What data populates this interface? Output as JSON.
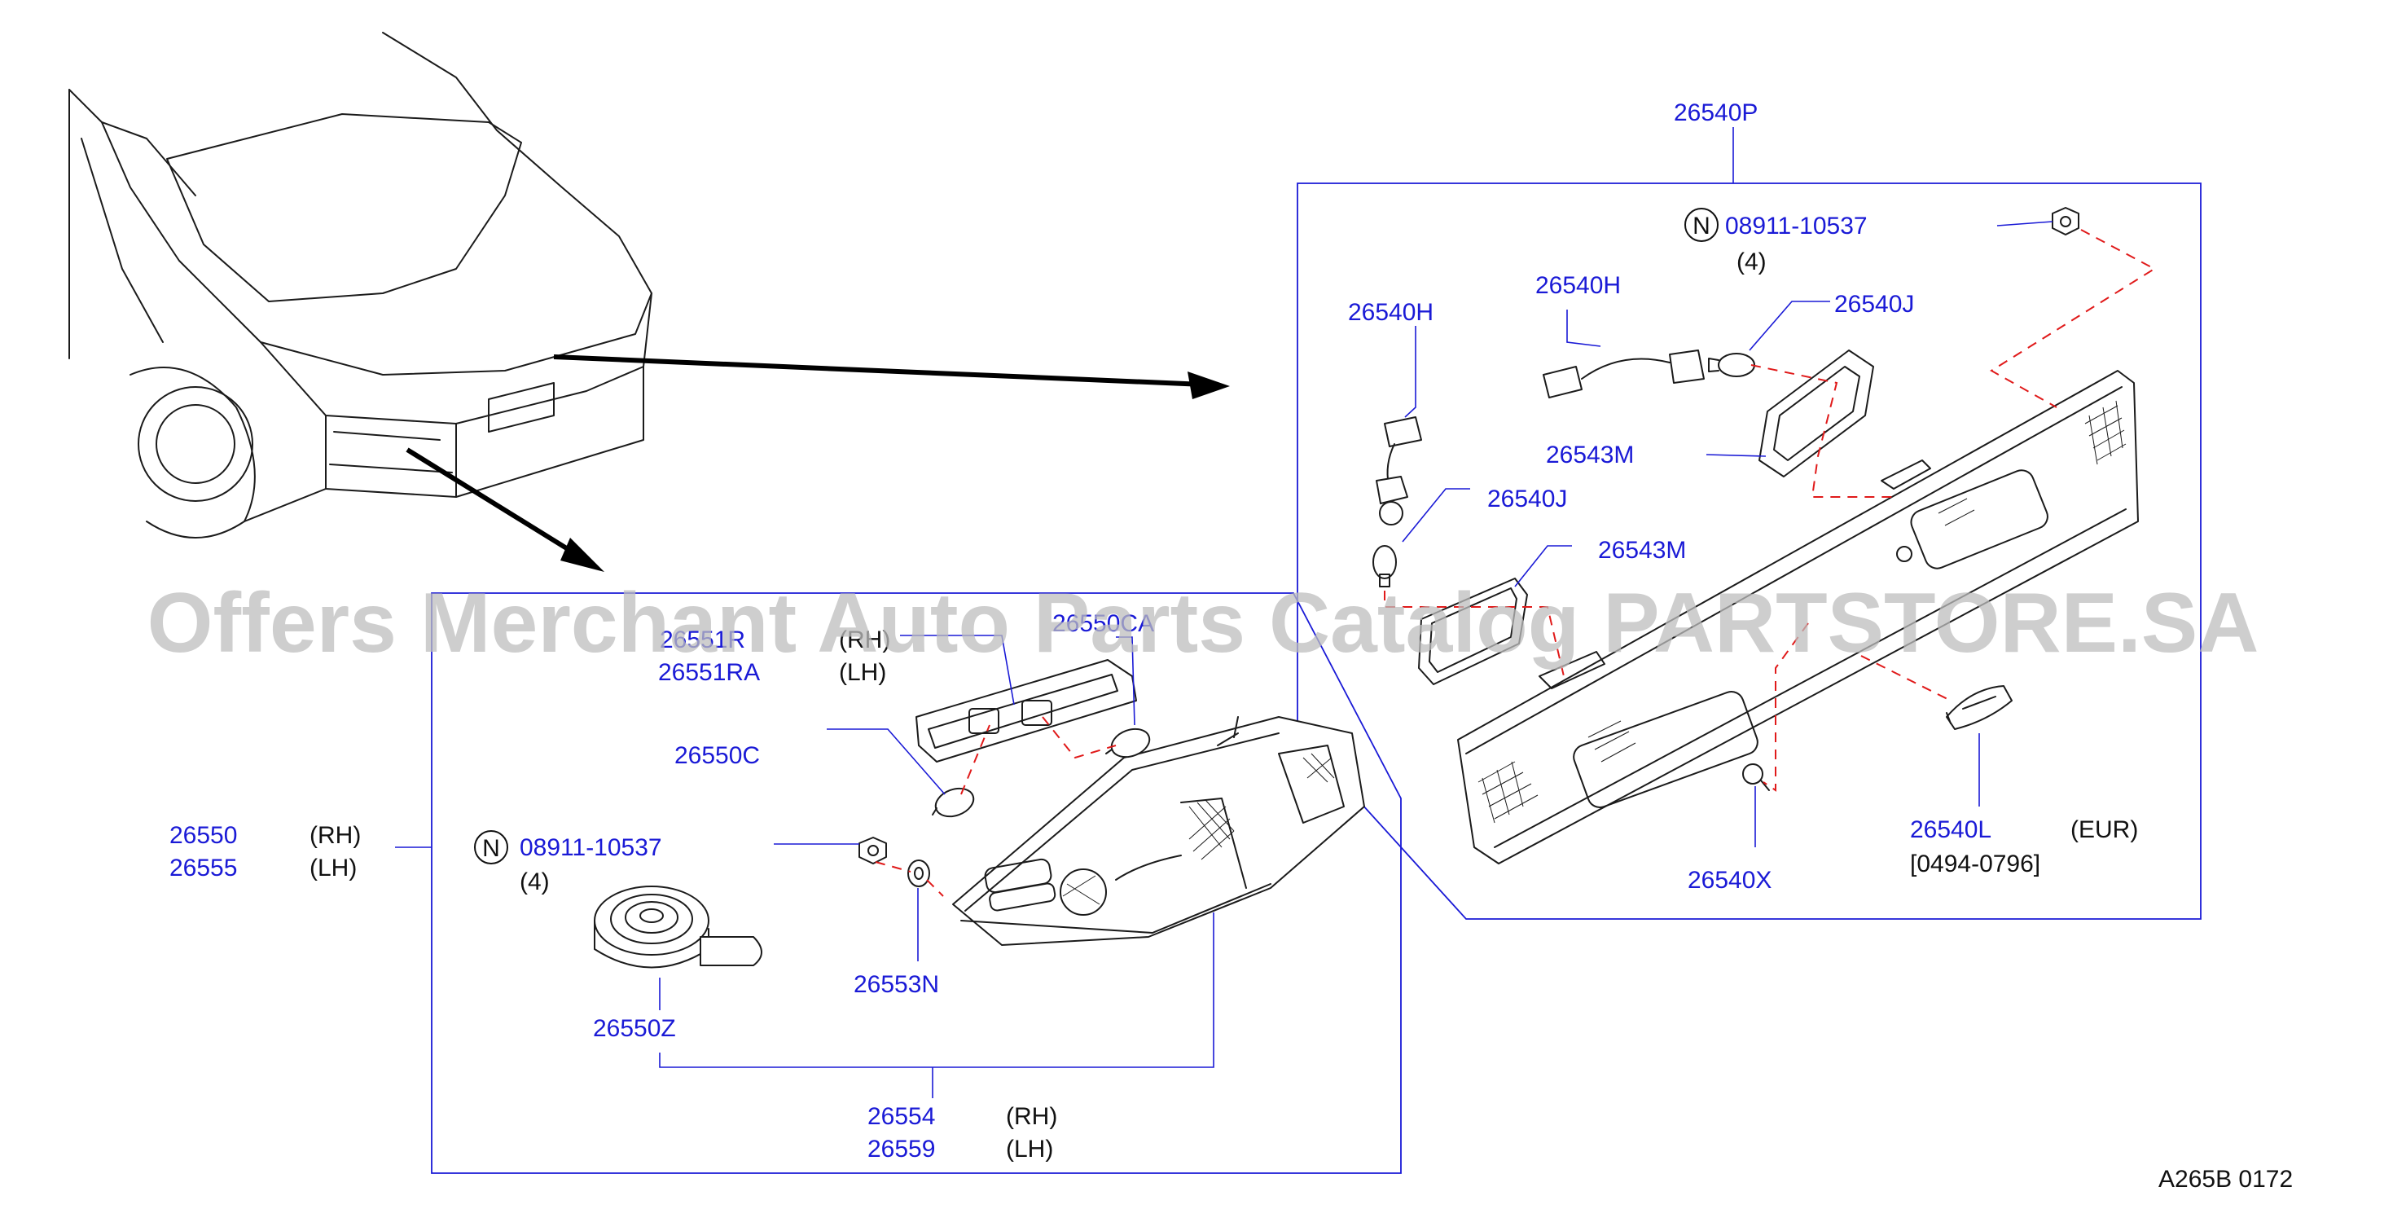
{
  "labels": {
    "l_26540P": "26540P",
    "l_08911_top": "08911-10537",
    "l_qty_top": "(4)",
    "l_26540H_a": "26540H",
    "l_26540H_b": "26540H",
    "l_26540J_a": "26540J",
    "l_26540J_b": "26540J",
    "l_26543M_a": "26543M",
    "l_26543M_b": "26543M",
    "l_26540L": "26540L",
    "l_eur": "(EUR)",
    "l_date": "[0494-0796]",
    "l_26540X": "26540X",
    "l_26551R": "26551R",
    "l_26551RA": "26551RA",
    "l_rh_2655": "(RH)",
    "l_lh_2655": "(LH)",
    "l_26550CA": "26550CA",
    "l_26550C": "26550C",
    "l_26550": "26550",
    "l_26555": "26555",
    "l_rh_main": "(RH)",
    "l_lh_main": "(LH)",
    "l_08911_bot": "08911-10537",
    "l_qty_bot": "(4)",
    "l_26553N": "26553N",
    "l_26550Z": "26550Z",
    "l_26554": "26554",
    "l_26559": "26559",
    "l_rh_bot": "(RH)",
    "l_lh_bot": "(LH)",
    "diagram_code": "A265B 0172",
    "n_symbol": "N"
  },
  "watermark": "Offers Merchant Auto Parts Catalog PARTSTORE.SA",
  "colors": {
    "part_number": "#1a1ad6",
    "leader": "#1a1ad6",
    "dashed_link": "#e01a1a",
    "drawing": "#1b1b1b",
    "watermark": "#bdbdbd"
  }
}
